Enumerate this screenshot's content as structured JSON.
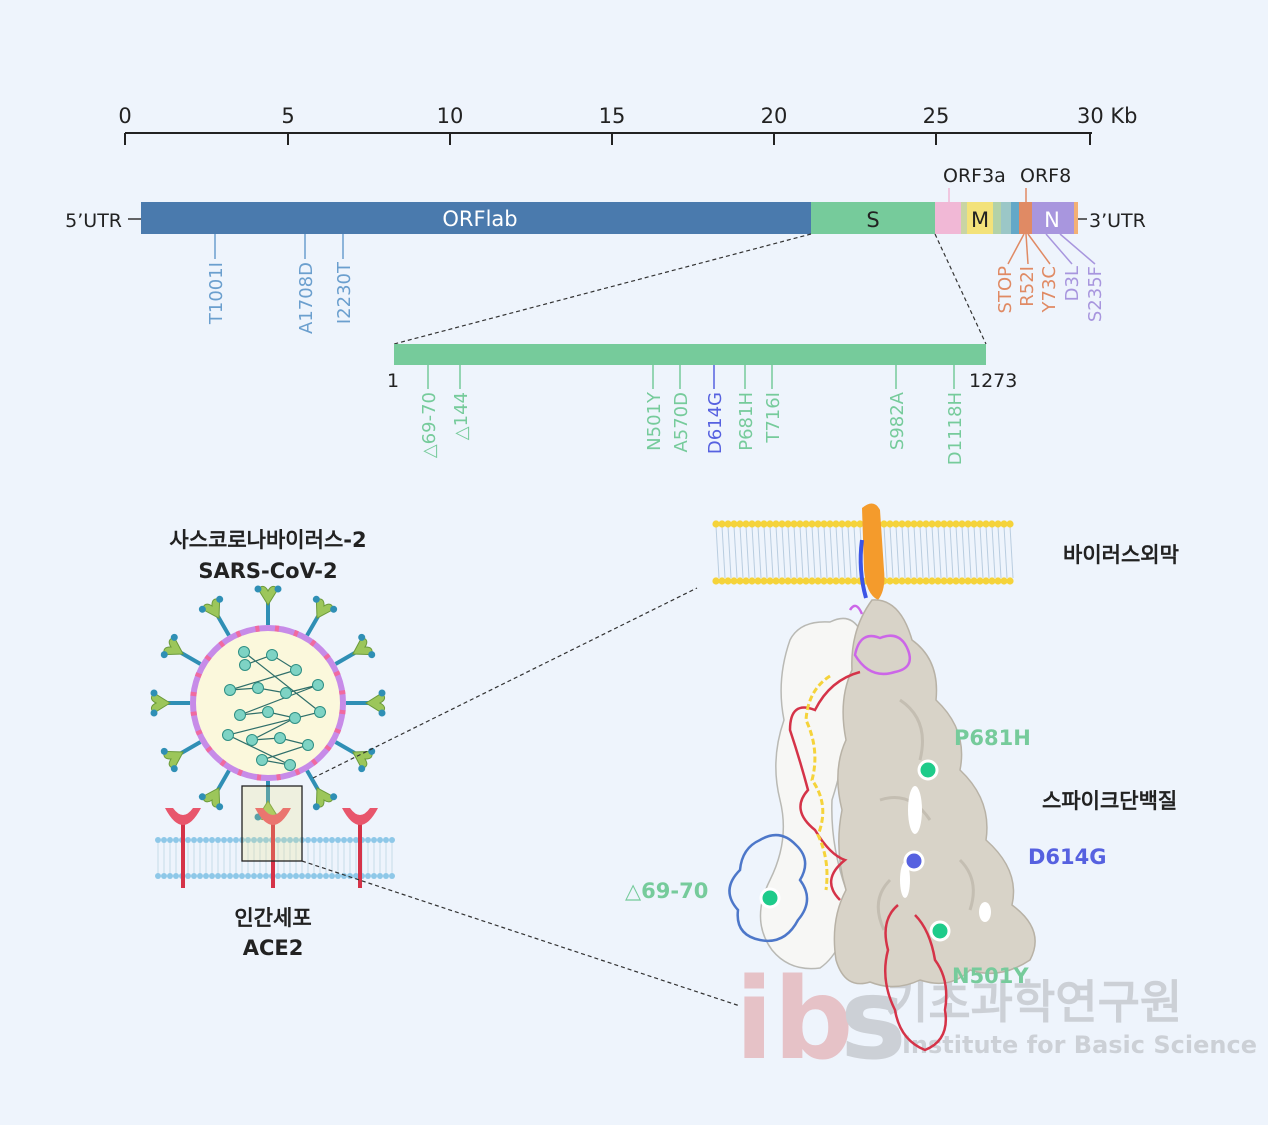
{
  "colors": {
    "orf1ab": "#4a7aad",
    "spike": "#76cb9b",
    "orf3a": "#f1b8d6",
    "membrane": "#f3e27a",
    "orf8": "#e08a64",
    "nucleo": "#a896de",
    "d614g": "#5661e0",
    "spike_dot": "#1ecb8a",
    "orf1ab_mut": "#6b9fce",
    "orf8_mut": "#e08a64",
    "n_mut": "#a896de"
  },
  "genome": {
    "axis_ticks": [
      "0",
      "5",
      "10",
      "15",
      "20",
      "25",
      "30 Kb"
    ],
    "utr5": "5’UTR",
    "utr3": "3’UTR",
    "orf1ab": "ORFlab",
    "s": "S",
    "m": "M",
    "n": "N",
    "orf3a": "ORF3a",
    "orf8": "ORF8",
    "orf1ab_mutations": [
      "T1001I",
      "A1708D",
      "I2230T"
    ],
    "orf8_mutations": [
      "STOP",
      "R52I",
      "Y73C"
    ],
    "n_mutations": [
      "D3L",
      "S235F"
    ]
  },
  "spike_gene": {
    "start_label": "1",
    "end_label": "1273",
    "mutations": [
      {
        "label": "△69-70",
        "color": "spike"
      },
      {
        "label": "△144",
        "color": "spike"
      },
      {
        "label": "N501Y",
        "color": "spike"
      },
      {
        "label": "A570D",
        "color": "spike"
      },
      {
        "label": "D614G",
        "color": "d614g"
      },
      {
        "label": "P681H",
        "color": "spike"
      },
      {
        "label": "T716I",
        "color": "spike"
      },
      {
        "label": "S982A",
        "color": "spike"
      },
      {
        "label": "D1118H",
        "color": "spike"
      }
    ]
  },
  "virus": {
    "title_ko": "사스코로나바이러스-2",
    "title_en": "SARS-CoV-2",
    "cell_ko": "인간세포",
    "cell_en": "ACE2"
  },
  "protein": {
    "membrane_label": "바이러스외막",
    "spike_label": "스파이크단백질",
    "p681h": "P681H",
    "d614g": "D614G",
    "d69_70": "△69-70",
    "n501y": "N501Y"
  },
  "watermark": {
    "logo": "ibs",
    "ko": "기초과학연구원",
    "en": "Institute for Basic Science"
  }
}
